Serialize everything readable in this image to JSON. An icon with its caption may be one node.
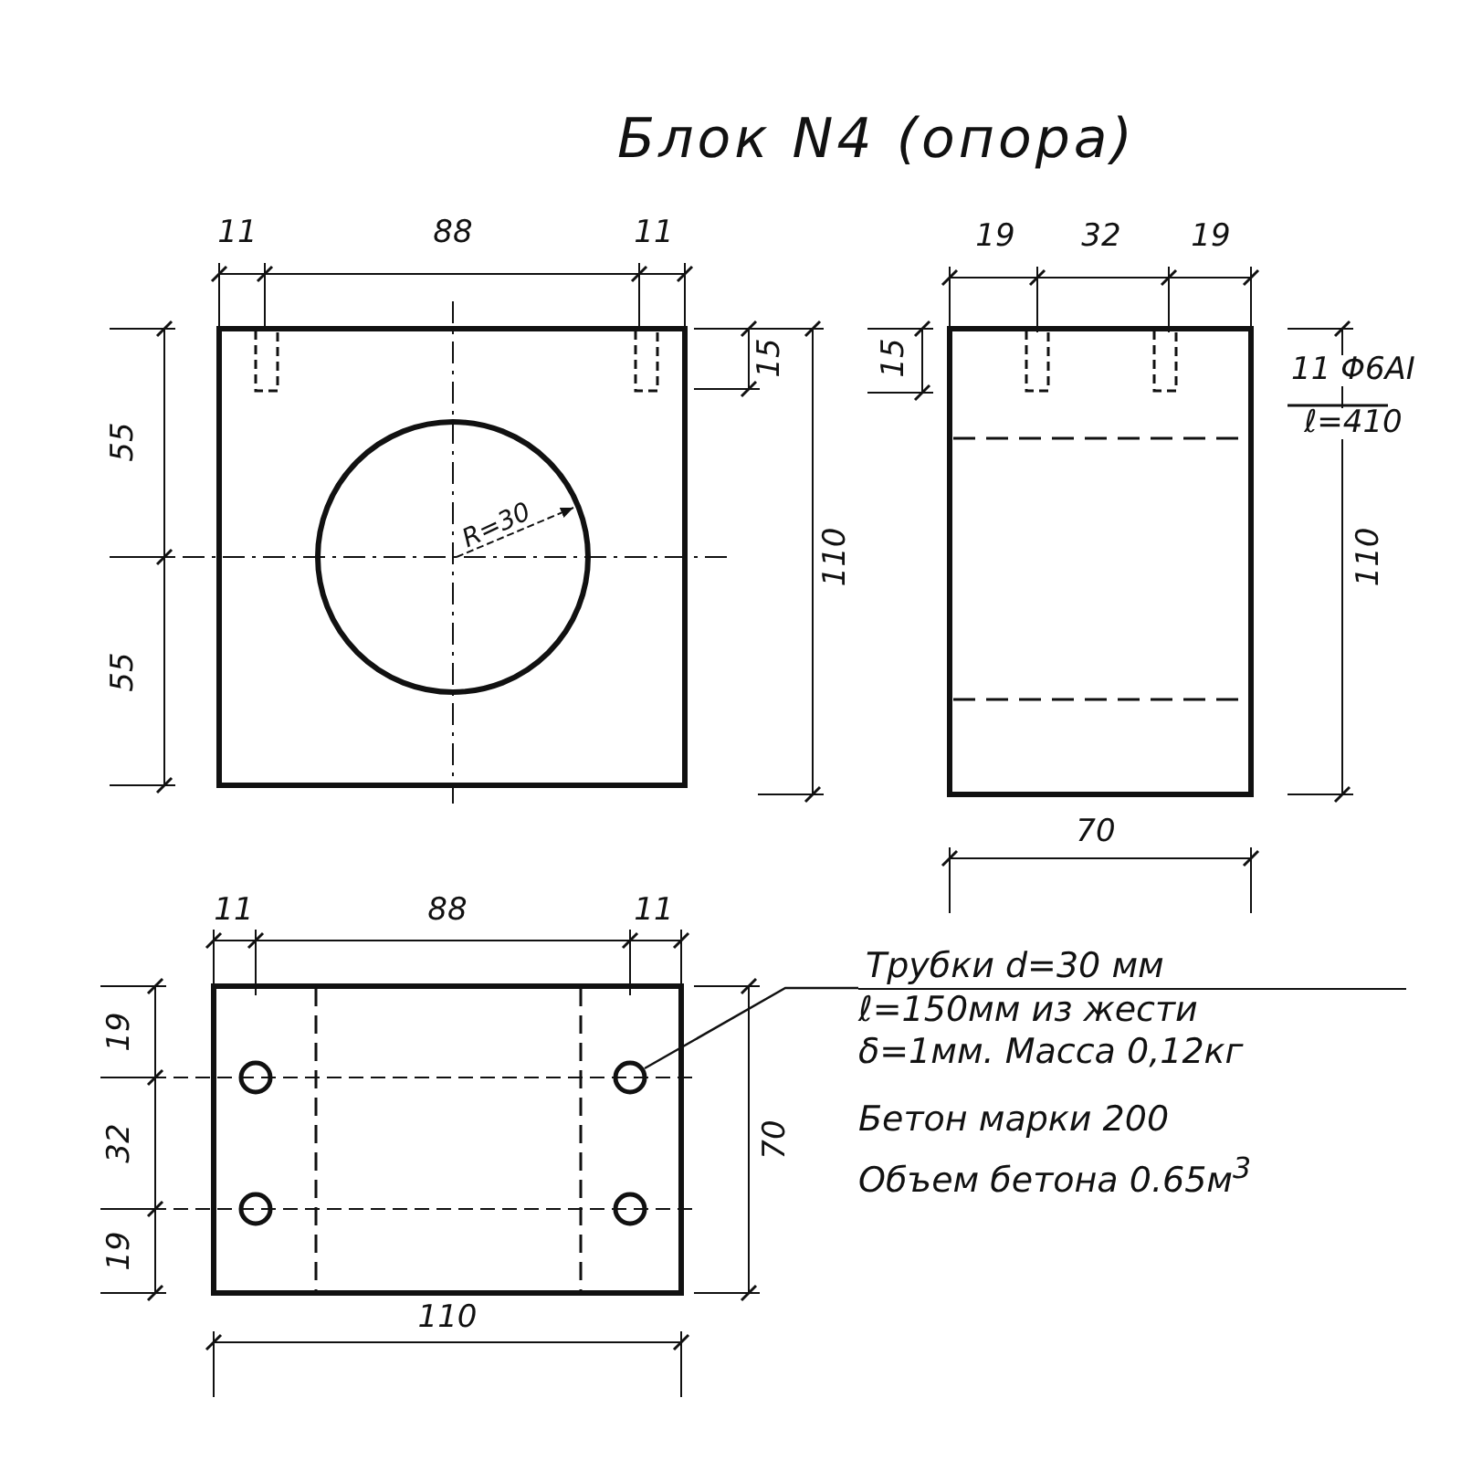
{
  "diagram": {
    "title": "Блок N4 (опора)",
    "nodes": [
      {
        "text": [
          "Трубки d=30 мм",
          "ℓ=150мм из жести δ=1мм. Масса 0,12кг"
        ]
      },
      {
        "text": [],
        "shape": "circle"
      }
    ],
    "edges": [
      {
        "from": 0,
        "to": 1,
        "arrow": "none"
      }
    ],
    "labels": [
      "11",
      "88",
      "11",
      "15",
      "55",
      "55",
      "110",
      "R=30",
      "19",
      "32",
      "19",
      "15",
      "11 Φ6AI",
      "ℓ=410",
      "110",
      "70",
      "11",
      "88",
      "11",
      "19",
      "32",
      "19",
      "70",
      "110",
      "Бетон марки 200",
      "Объем бетона 0.65м$^{3}$"
    ]
  }
}
